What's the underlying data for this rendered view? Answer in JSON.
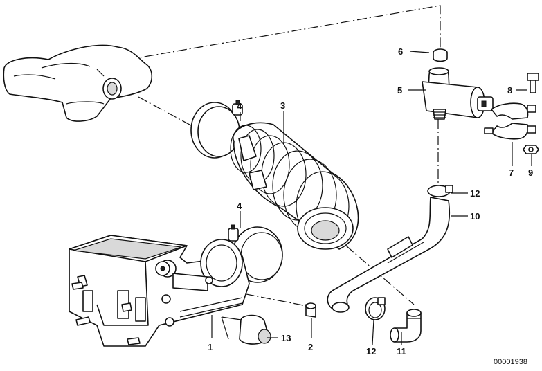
{
  "callouts": {
    "c1": "1",
    "c2": "2",
    "c3": "3",
    "c4a": "4",
    "c4b": "4",
    "c5": "5",
    "c6": "6",
    "c7": "7",
    "c8": "8",
    "c9": "9",
    "c10": "10",
    "c11": "11",
    "c12a": "12",
    "c12b": "12",
    "c13": "13"
  },
  "document_number": "00001938"
}
